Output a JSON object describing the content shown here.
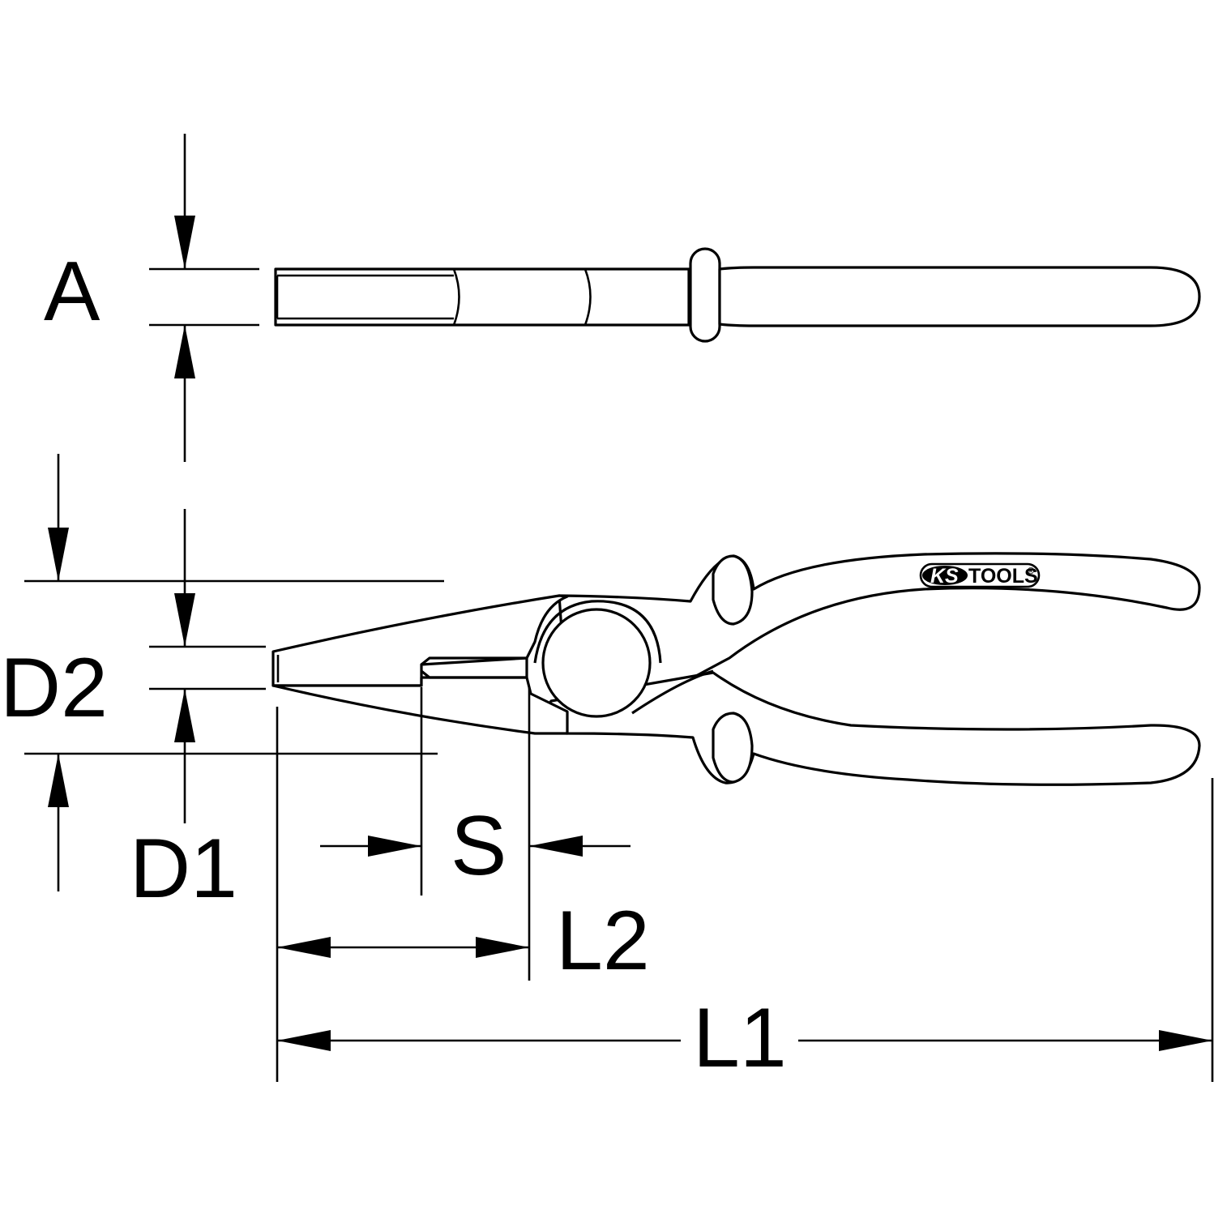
{
  "dimensions": {
    "A": "A",
    "D2": "D2",
    "D1": "D1",
    "S": "S",
    "L2": "L2",
    "L1": "L1"
  },
  "logo": {
    "part1": "KS",
    "part2": "TOOLS",
    "registered": "®"
  },
  "colors": {
    "line": "#000000",
    "background": "#ffffff"
  }
}
